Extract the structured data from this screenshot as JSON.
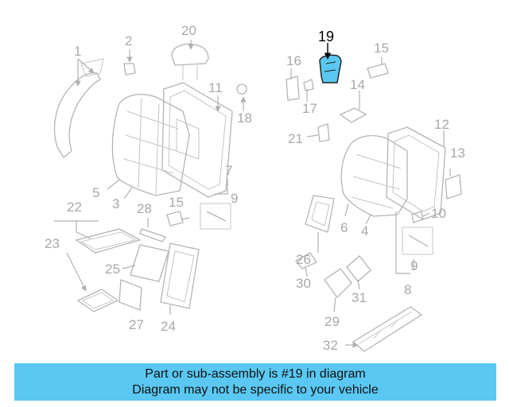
{
  "diagram": {
    "highlight_color": "#5ac8f2",
    "highlighted_part": "19",
    "callouts": [
      "1",
      "2",
      "3",
      "4",
      "5",
      "6",
      "7",
      "8",
      "9",
      "9",
      "10",
      "11",
      "12",
      "13",
      "14",
      "15",
      "15",
      "16",
      "17",
      "18",
      "19",
      "20",
      "21",
      "22",
      "23",
      "24",
      "25",
      "26",
      "27",
      "28",
      "29",
      "30",
      "31",
      "32"
    ]
  },
  "banner": {
    "line1": "Part or sub-assembly is #19 in diagram",
    "line2": "Diagram may not be specific to your vehicle",
    "background": "#5ac8f2"
  }
}
